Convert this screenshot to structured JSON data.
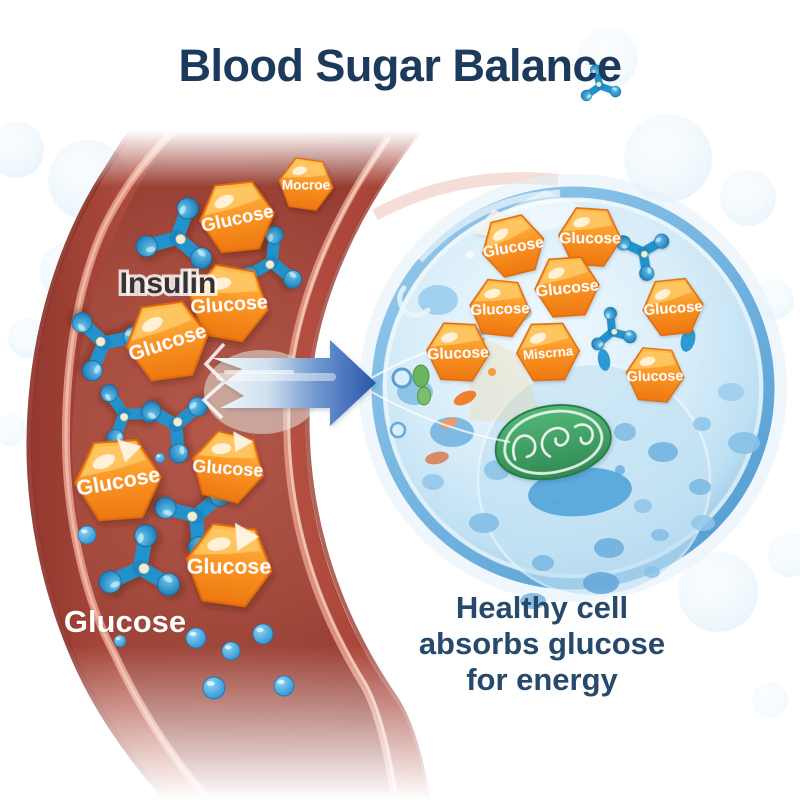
{
  "title": "Blood Sugar Balance",
  "vessel": {
    "insulin_label": "Insulin",
    "glucose_label": "Glucose",
    "hexagons": [
      {
        "label": "Mocroe"
      },
      {
        "label": "Glucose"
      },
      {
        "label": "Glucose"
      },
      {
        "label": "Glucose"
      },
      {
        "label": "Glucose"
      },
      {
        "label": "Glucose"
      },
      {
        "label": "Glucose"
      }
    ]
  },
  "cell": {
    "hexagons": [
      {
        "label": "Glucose"
      },
      {
        "label": "Glucose"
      },
      {
        "label": "Glucose"
      },
      {
        "label": "Glucose"
      },
      {
        "label": "Glucose"
      },
      {
        "label": "Glucose"
      },
      {
        "label": "Miscrna"
      },
      {
        "label": "Glucose"
      }
    ],
    "caption": {
      "line1": "Healthy cell",
      "line2": "absorbs glucose",
      "line3": "for energy"
    }
  },
  "colors": {
    "title_text": "#1c3a5c",
    "caption_text": "#27496b",
    "glucose_orange": "#f5891b",
    "insulin_blue": "#2492cc",
    "vessel_red": "#a84438",
    "cell_blue": "#7db9e2",
    "mitochondria_green": "#3f9e62",
    "arrow_blue": "#2d5fb3"
  }
}
